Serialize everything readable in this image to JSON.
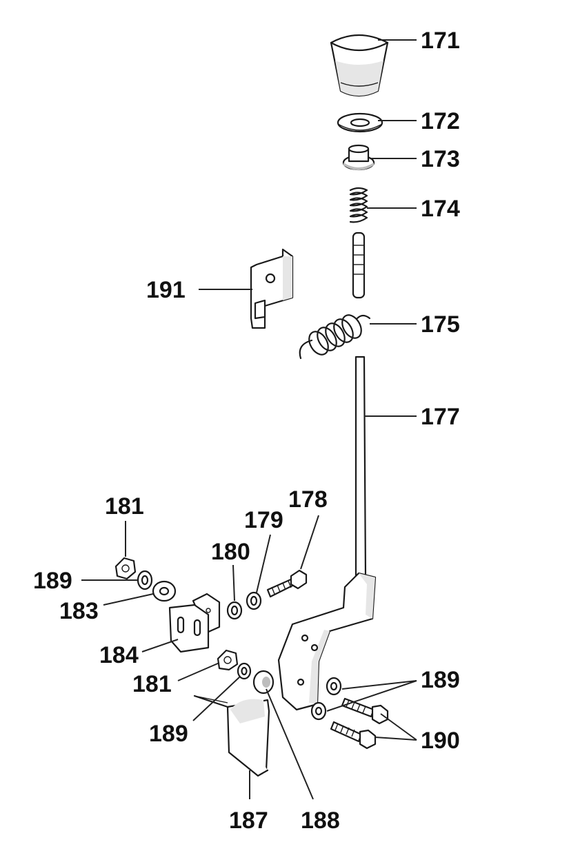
{
  "labels": {
    "l171": "171",
    "l172": "172",
    "l173": "173",
    "l174": "174",
    "l175": "175",
    "l177": "177",
    "l178": "178",
    "l179": "179",
    "l180": "180",
    "l181a": "181",
    "l181b": "181",
    "l183": "183",
    "l184": "184",
    "l187": "187",
    "l188": "188",
    "l189a": "189",
    "l189b": "189",
    "l189c": "189",
    "l190": "190",
    "l191": "191"
  }
}
